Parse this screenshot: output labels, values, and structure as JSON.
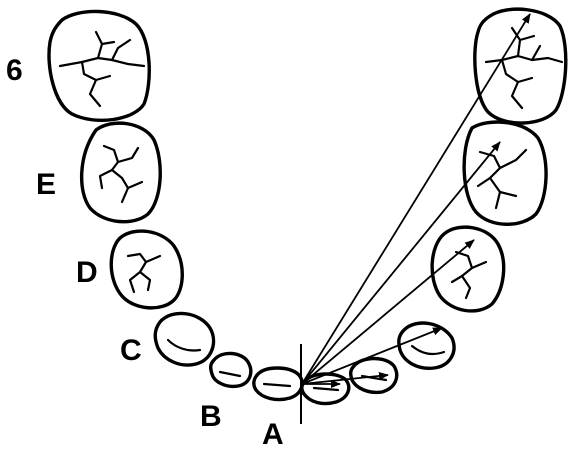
{
  "diagram": {
    "labels": {
      "tooth_6": "6",
      "tooth_e": "E",
      "tooth_d": "D",
      "tooth_c": "C",
      "tooth_b": "B",
      "tooth_a": "A"
    },
    "colors": {
      "ink": "#000000",
      "background": "#ffffff"
    }
  }
}
